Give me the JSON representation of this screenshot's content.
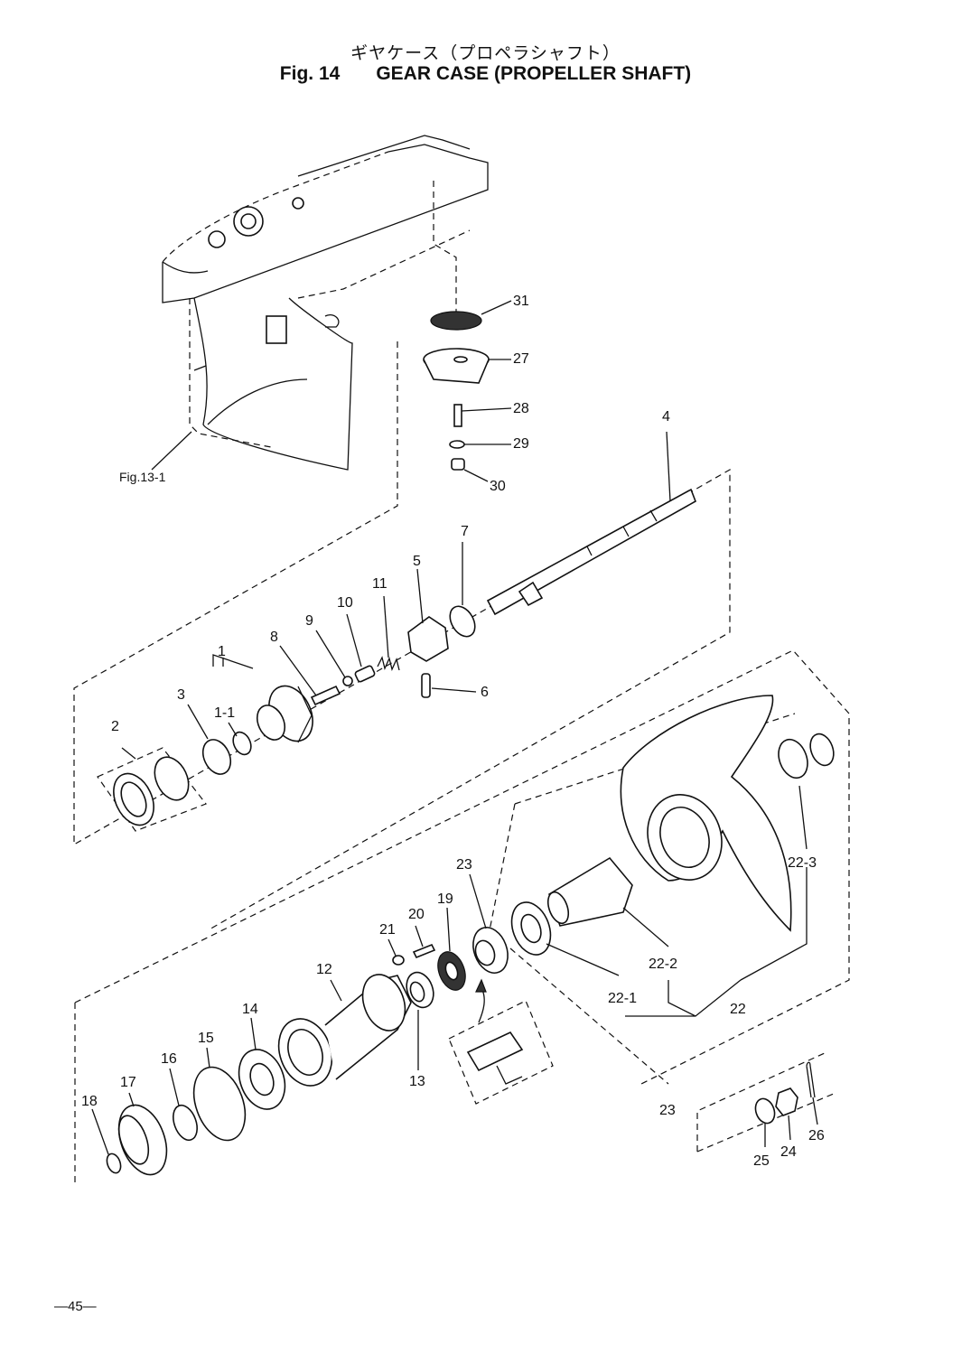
{
  "title": {
    "japanese": "ギヤケース（プロペラシャフト）",
    "fig_number": "Fig. 14",
    "english": "GEAR CASE (PROPELLER SHAFT)"
  },
  "reference": "Fig.13-1",
  "page_number": "—45—",
  "callouts": [
    "31",
    "27",
    "28",
    "29",
    "30",
    "4",
    "7",
    "5",
    "11",
    "10",
    "9",
    "8",
    "1",
    "3",
    "1-1",
    "2",
    "6",
    "23",
    "20",
    "21",
    "19",
    "12",
    "14",
    "15",
    "16",
    "17",
    "18",
    "13",
    "22-3",
    "22-2",
    "22-1",
    "22",
    "23",
    "26",
    "24",
    "25"
  ]
}
